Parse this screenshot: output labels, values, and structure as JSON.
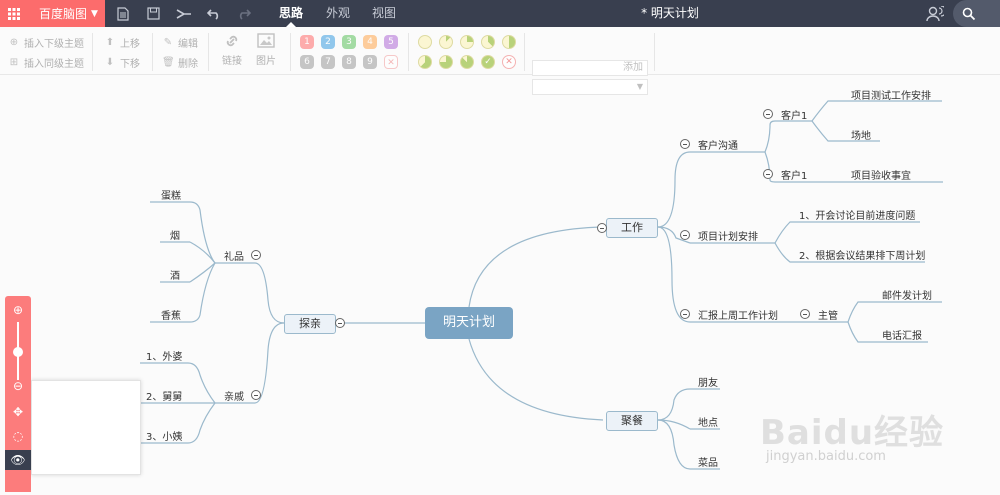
{
  "topbar": {
    "brand": "百度脑图",
    "tabs": [
      "思路",
      "外观",
      "视图"
    ],
    "active_tab": "思路",
    "doc_title": "* 明天计划"
  },
  "toolbar": {
    "insert_child": "插入下级主题",
    "insert_sibling": "插入同级主题",
    "move_up": "上移",
    "move_down": "下移",
    "edit": "编辑",
    "delete": "删除",
    "link": "链接",
    "image": "图片",
    "priorities": [
      "1",
      "2",
      "3",
      "4",
      "5",
      "6",
      "7",
      "8",
      "9"
    ],
    "priority_colors": [
      "#ff6b6b",
      "#3b9de0",
      "#5cc15c",
      "#ffa64d",
      "#b06bd6",
      "#9a9a9a",
      "#9a9a9a",
      "#9a9a9a",
      "#9a9a9a"
    ],
    "tag_add": "添加"
  },
  "mindmap": {
    "root": "明天计划",
    "work": "工作",
    "client_comm": "客户沟通",
    "client1a": "客户1",
    "client1b": "客户1",
    "proj_test": "项目测试工作安排",
    "venue": "场地",
    "proj_accept": "项目验收事宜",
    "proj_plan": "项目计划安排",
    "meeting1": "1、开会讨论目前进度问题",
    "meeting2": "2、根据会议结果排下周计划",
    "report": "汇报上周工作计划",
    "supervisor": "主管",
    "email": "邮件发计划",
    "phone": "电话汇报",
    "dinner": "聚餐",
    "friends": "朋友",
    "place": "地点",
    "dishes": "菜品",
    "visit": "探亲",
    "gifts": "礼品",
    "cake": "蛋糕",
    "smoke": "烟",
    "wine": "酒",
    "banana": "香蕉",
    "relatives": "亲戚",
    "grandma": "1、外婆",
    "uncle": "2、舅舅",
    "aunt": "3、小姨"
  },
  "watermark": {
    "text": "Baidu经验",
    "url": "jingyan.baidu.com"
  }
}
